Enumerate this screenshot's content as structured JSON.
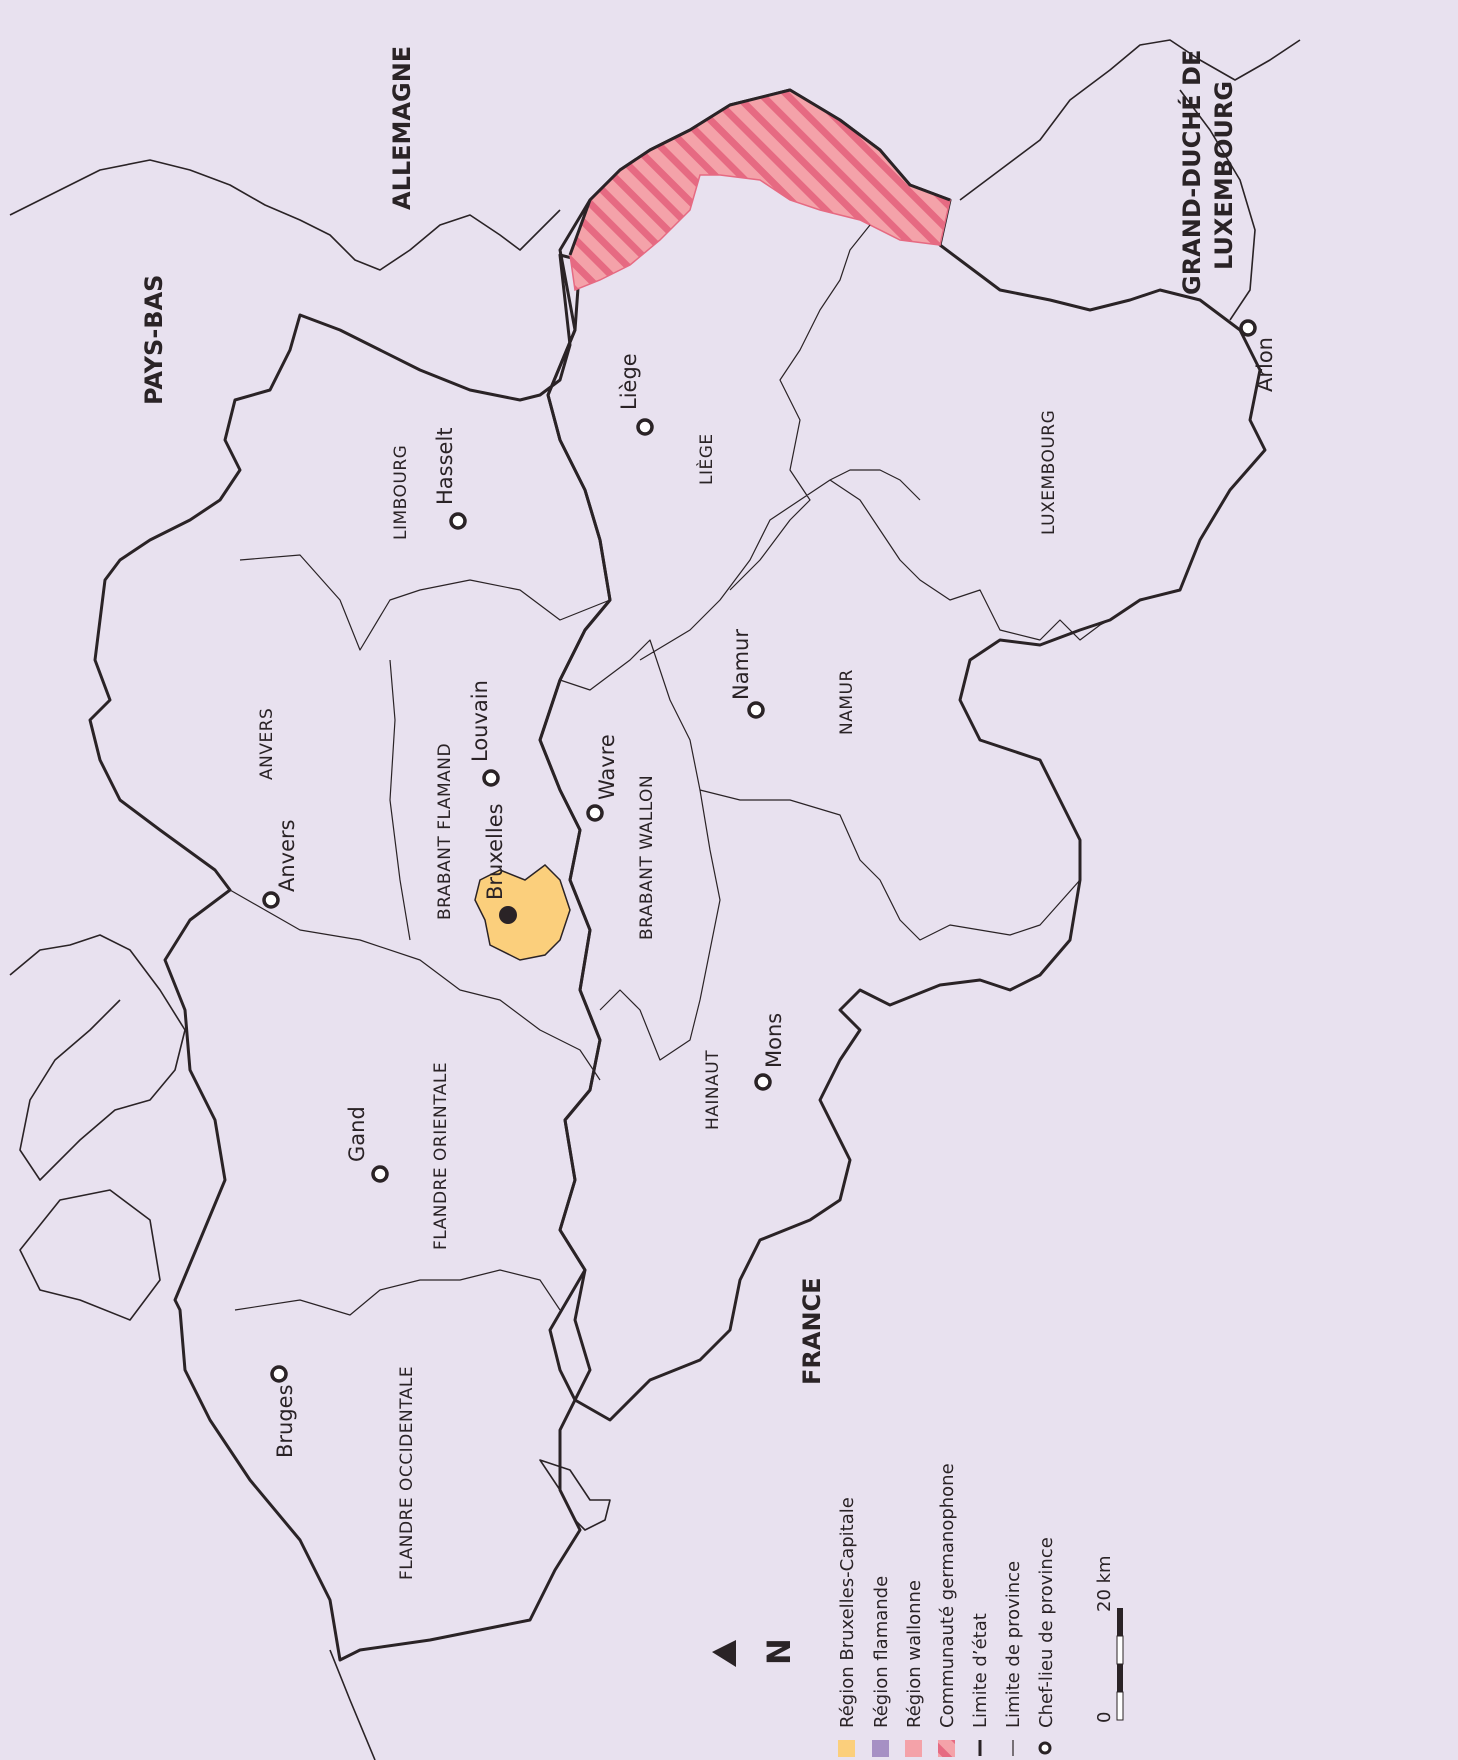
{
  "colors": {
    "background": "#e8e1ef",
    "bruxelles": "#fbcf7c",
    "flamande": "#a690c4",
    "wallonne": "#f4a2a9",
    "germanophone_stripe": "#e66a82",
    "border": "#2a2326"
  },
  "countries": {
    "allemagne": "ALLEMAGNE",
    "pays_bas": "PAYS-BAS",
    "luxembourg_line1": "GRAND-DUCHÉ DE",
    "luxembourg_line2": "LUXEMBOURG",
    "france": "FRANCE"
  },
  "provinces": {
    "limbourg": "LIMBOURG",
    "anvers": "ANVERS",
    "brabant_flamand": "BRABANT FLAMAND",
    "flandre_orientale": "FLANDRE ORIENTALE",
    "flandre_occidentale": "FLANDRE OCCIDENTALE",
    "liege": "LIÈGE",
    "luxembourg": "LUXEMBOURG",
    "namur": "NAMUR",
    "brabant_wallon": "BRABANT WALLON",
    "hainaut": "HAINAUT"
  },
  "cities": {
    "hasselt": "Hasselt",
    "louvain": "Louvain",
    "anvers": "Anvers",
    "bruxelles": "Bruxelles",
    "gand": "Gand",
    "bruges": "Bruges",
    "liege": "Liège",
    "arlon": "Arlon",
    "namur": "Namur",
    "wavre": "Wavre",
    "mons": "Mons"
  },
  "legend": {
    "bruxelles": "Région Bruxelles-Capitale",
    "flamande": "Région flamande",
    "wallonne": "Région wallonne",
    "germanophone": "Communauté germanophone",
    "limite_etat": "Limite d’état",
    "limite_province": "Limite de province",
    "chef_lieu": "Chef-lieu de province"
  },
  "north_label": "N",
  "scale": {
    "zero": "0",
    "max": "20 km"
  }
}
